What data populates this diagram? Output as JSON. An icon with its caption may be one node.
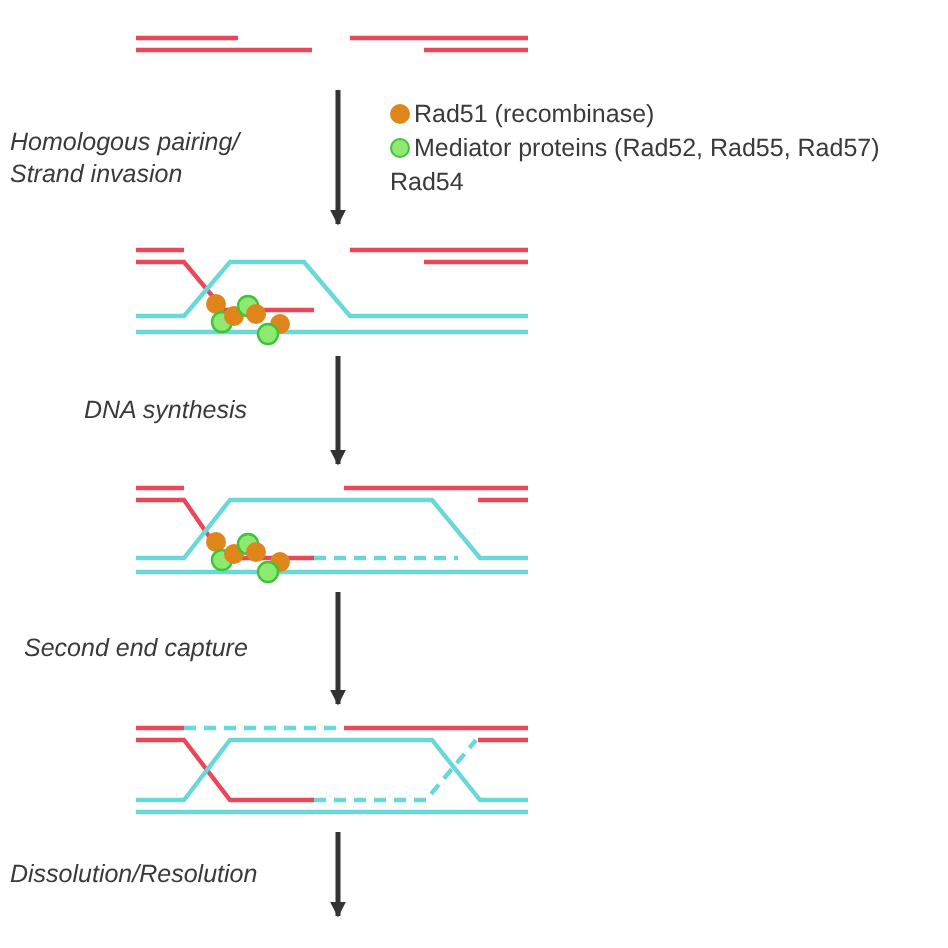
{
  "diagram": {
    "nodes": [
      {
        "text": [],
        "shape": "picture"
      },
      {
        "text": [],
        "shape": "picture"
      },
      {
        "text": [],
        "shape": "picture"
      },
      {
        "text": [],
        "shape": "picture"
      }
    ],
    "edges": [
      {
        "from": 0,
        "to": 1,
        "arrow": "to",
        "label": "Homologous pairing/ Strand invasion"
      },
      {
        "from": 1,
        "to": 2,
        "arrow": "to",
        "label": "DNA synthesis"
      },
      {
        "from": 2,
        "to": 3,
        "arrow": "to",
        "label": "Second end capture"
      },
      {
        "from": 3,
        "to": null,
        "arrow": "to",
        "label": "Dissolution/Resolution"
      }
    ],
    "labels": [
      "Rad54"
    ],
    "legend": [
      {
        "text": "Rad51 (recombinase)",
        "color": "#e0851a"
      },
      {
        "text": "Mediator proteins (Rad52, Rad55, Rad57)",
        "color": "#8fe870"
      }
    ]
  }
}
